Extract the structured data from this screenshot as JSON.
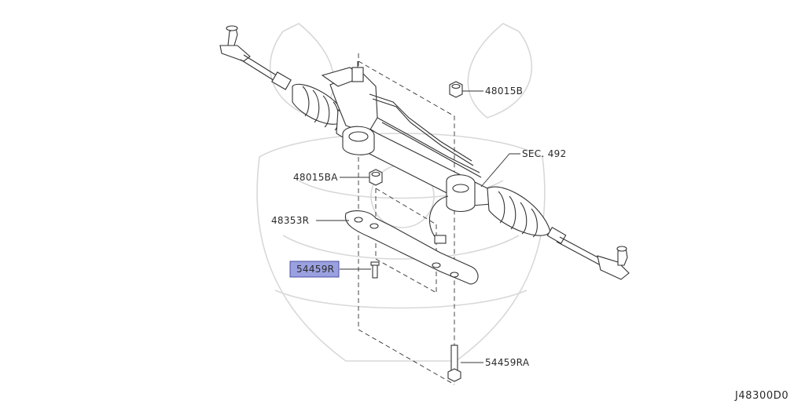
{
  "labels": {
    "nut_upper": "48015B",
    "section_ref": "SEC. 492",
    "nut_lower": "48015BA",
    "bracket": "48353R",
    "bolt_small": "54459R",
    "bolt_long": "54459RA"
  },
  "diagram_code": "J48300D0",
  "colors": {
    "highlight_fill": "#9aa0e0",
    "highlight_border": "#4a4fa0",
    "line": "#333333",
    "watermark": "#d8d8d8"
  }
}
